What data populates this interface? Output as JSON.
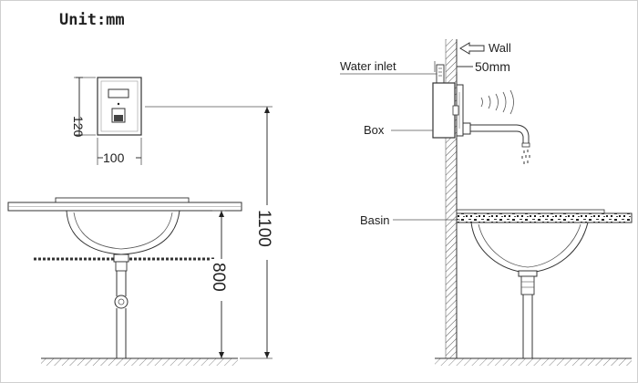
{
  "unit_title": "Unit:mm",
  "front_view": {
    "dim_box_height": "120",
    "dim_box_width": "100",
    "dim_install_height": "1100",
    "dim_basin_height": "800"
  },
  "side_view": {
    "label_wall": "Wall",
    "label_water_inlet": "Water inlet",
    "dim_depth": "50mm",
    "label_box": "Box",
    "label_basin": "Basin"
  },
  "colors": {
    "line": "#333333",
    "text": "#222222",
    "background": "#ffffff"
  }
}
